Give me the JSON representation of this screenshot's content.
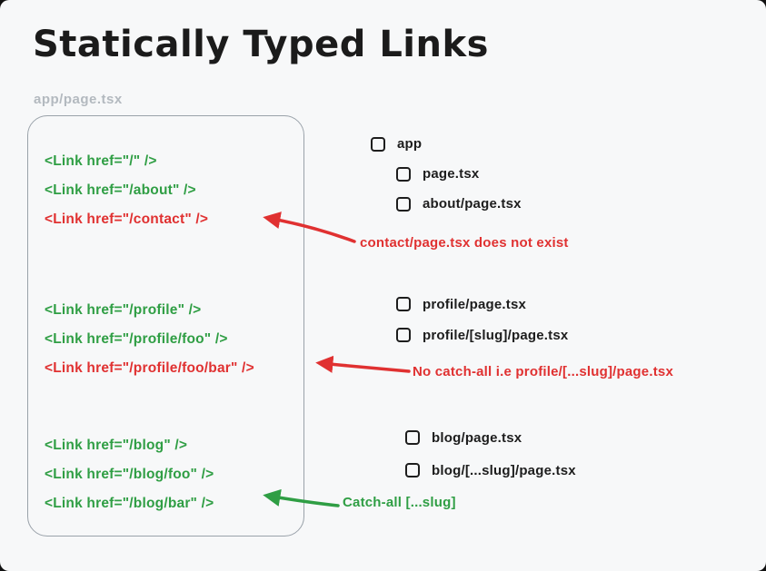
{
  "title": "Statically Typed Links",
  "file_label": "app/page.tsx",
  "colors": {
    "valid_green": "#2f9e44",
    "invalid_red": "#e03131",
    "label_gray": "#b3b9bf",
    "ink": "#1d1d1d",
    "background": "#f7f8f9"
  },
  "code_box": {
    "groups": [
      {
        "lines": [
          {
            "text": "<Link href=\"/\" />",
            "status": "valid"
          },
          {
            "text": "<Link href=\"/about\" />",
            "status": "valid"
          },
          {
            "text": "<Link href=\"/contact\" />",
            "status": "invalid"
          }
        ]
      },
      {
        "lines": [
          {
            "text": "<Link href=\"/profile\" />",
            "status": "valid"
          },
          {
            "text": "<Link href=\"/profile/foo\" />",
            "status": "valid"
          },
          {
            "text": "<Link href=\"/profile/foo/bar\" />",
            "status": "invalid"
          }
        ]
      },
      {
        "lines": [
          {
            "text": "<Link href=\"/blog\" />",
            "status": "valid"
          },
          {
            "text": "<Link href=\"/blog/foo\" />",
            "status": "valid"
          },
          {
            "text": "<Link href=\"/blog/bar\" />",
            "status": "valid"
          }
        ]
      }
    ]
  },
  "file_tree": {
    "groups": [
      {
        "items": [
          {
            "label": "app"
          },
          {
            "label": "page.tsx"
          },
          {
            "label": "about/page.tsx"
          }
        ]
      },
      {
        "items": [
          {
            "label": "profile/page.tsx"
          },
          {
            "label": "profile/[slug]/page.tsx"
          }
        ]
      },
      {
        "items": [
          {
            "label": "blog/page.tsx"
          },
          {
            "label": "blog/[...slug]/page.tsx"
          }
        ]
      }
    ]
  },
  "annotations": {
    "contact_missing": "contact/page.tsx does not exist",
    "no_catch_all": "No catch-all i.e profile/[...slug]/page.tsx",
    "catch_all": "Catch-all [...slug]"
  }
}
